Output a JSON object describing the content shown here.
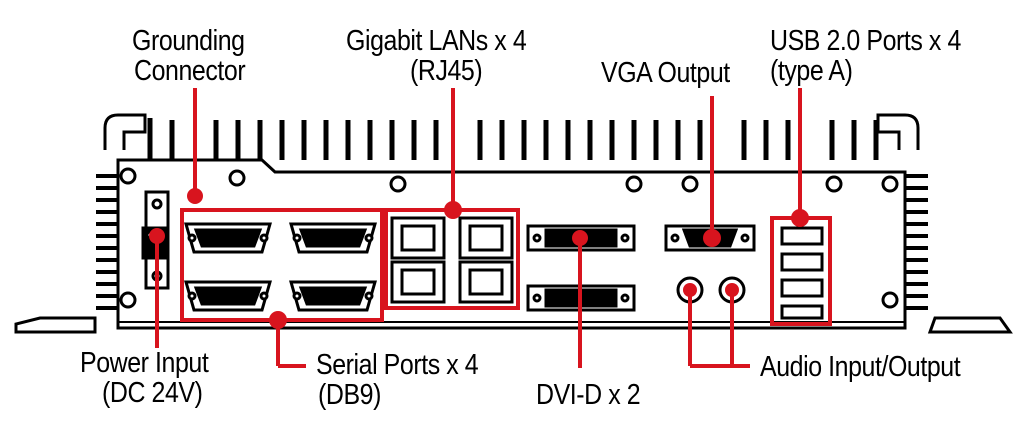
{
  "labels": {
    "grounding_line1": "Grounding",
    "grounding_line2": "Connector",
    "lan_line1": "Gigabit LANs x 4",
    "lan_line2": "(RJ45)",
    "vga": "VGA Output",
    "usb_line1": "USB 2.0 Ports x 4",
    "usb_line2": "(type A)",
    "power_line1": "Power Input",
    "power_line2": "(DC 24V)",
    "serial_line1": "Serial Ports x 4",
    "serial_line2": "(DB9)",
    "dvi": "DVI-D x 2",
    "audio": "Audio Input/Output"
  },
  "colors": {
    "callout": "#d8141e",
    "outline": "#000000",
    "fill": "#ffffff"
  }
}
